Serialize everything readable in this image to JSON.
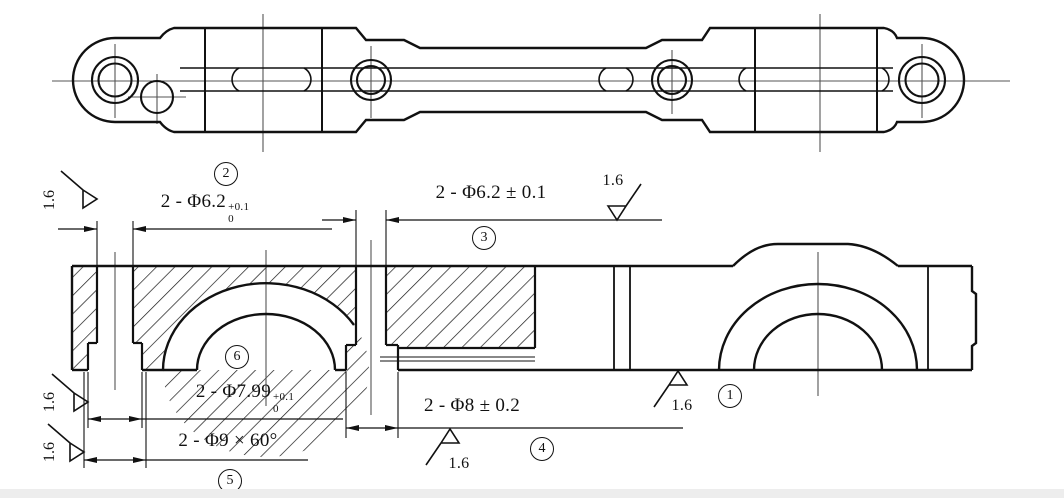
{
  "drawing": {
    "callouts": {
      "c1": "1",
      "c2": "2",
      "c3": "3",
      "c4": "4",
      "c5": "5",
      "c6": "6"
    },
    "roughness": {
      "value": "1.6"
    },
    "dimensions": {
      "hole_left_toleranced": {
        "prefix": "2 - Φ6.2",
        "sup": "+0.1",
        "sub": "0"
      },
      "hole_right_pm": {
        "text": "2 - Φ6.2 ± 0.1"
      },
      "counterbore_left_toleranced": {
        "prefix": "2 - Φ7.99",
        "sup": "+0.1",
        "sub": "0"
      },
      "countersink_left": {
        "text": "2 - Φ9 × 60°"
      },
      "counterbore_right_pm": {
        "text": "2 - Φ8 ± 0.2"
      }
    }
  }
}
